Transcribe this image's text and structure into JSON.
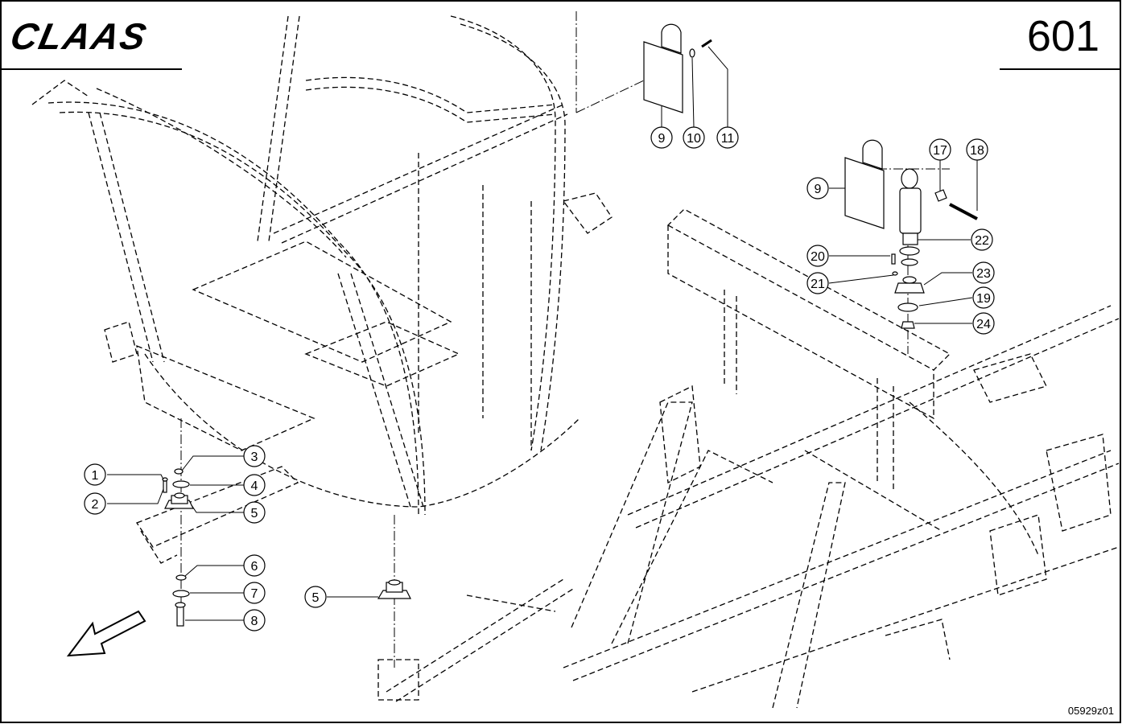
{
  "header": {
    "brand": "CLAAS",
    "page_number": "601"
  },
  "footer": {
    "figure_code": "05929z01"
  },
  "callouts": [
    {
      "id": "c1",
      "label": "1"
    },
    {
      "id": "c2",
      "label": "2"
    },
    {
      "id": "c3",
      "label": "3"
    },
    {
      "id": "c4",
      "label": "4"
    },
    {
      "id": "c5a",
      "label": "5"
    },
    {
      "id": "c6",
      "label": "6"
    },
    {
      "id": "c7",
      "label": "7"
    },
    {
      "id": "c8",
      "label": "8"
    },
    {
      "id": "c5b",
      "label": "5"
    },
    {
      "id": "c9a",
      "label": "9"
    },
    {
      "id": "c10",
      "label": "10"
    },
    {
      "id": "c11",
      "label": "11"
    },
    {
      "id": "c9b",
      "label": "9"
    },
    {
      "id": "c17",
      "label": "17"
    },
    {
      "id": "c18",
      "label": "18"
    },
    {
      "id": "c22",
      "label": "22"
    },
    {
      "id": "c20",
      "label": "20"
    },
    {
      "id": "c21",
      "label": "21"
    },
    {
      "id": "c23",
      "label": "23"
    },
    {
      "id": "c19",
      "label": "19"
    },
    {
      "id": "c24",
      "label": "24"
    }
  ],
  "colors": {
    "ink": "#000000",
    "paper": "#ffffff"
  }
}
